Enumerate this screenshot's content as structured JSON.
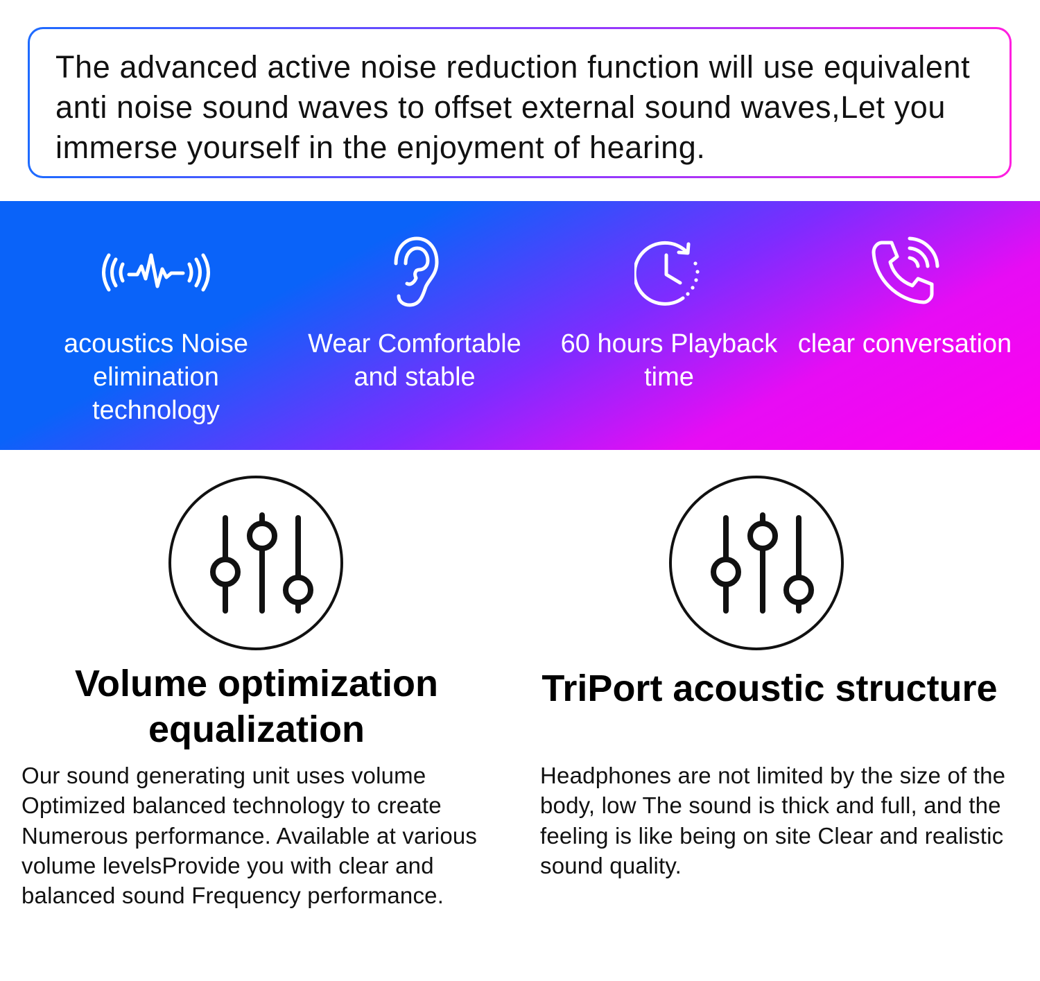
{
  "intro": {
    "text": "The advanced active noise reduction function will use equivalent anti noise sound waves to offset external sound waves,Let you immerse yourself in the enjoyment of hearing."
  },
  "features": [
    {
      "icon": "sound-wave-icon",
      "label": "acoustics Noise elimination technology"
    },
    {
      "icon": "ear-icon",
      "label": "Wear Comfortable and stable"
    },
    {
      "icon": "clock-icon",
      "label": "60 hours Playback time"
    },
    {
      "icon": "phone-call-icon",
      "label": "clear conversation"
    }
  ],
  "sections": [
    {
      "icon": "equalizer-icon",
      "title": "Volume optimization equalization",
      "body": "Our sound generating unit uses volume Optimized balanced technology to create Numerous performance. Available at various volume levelsProvide you with clear and balanced sound Frequency performance."
    },
    {
      "icon": "equalizer-icon",
      "title": "TriPort acoustic structure",
      "body": "Headphones are not limited by the size of the body, low The sound is thick and full, and the feeling is like being on site Clear and realistic sound quality."
    }
  ],
  "colors": {
    "gradient_blue": "#0a63f9",
    "gradient_purple": "#7d2cff",
    "gradient_magenta": "#ff00f0"
  }
}
